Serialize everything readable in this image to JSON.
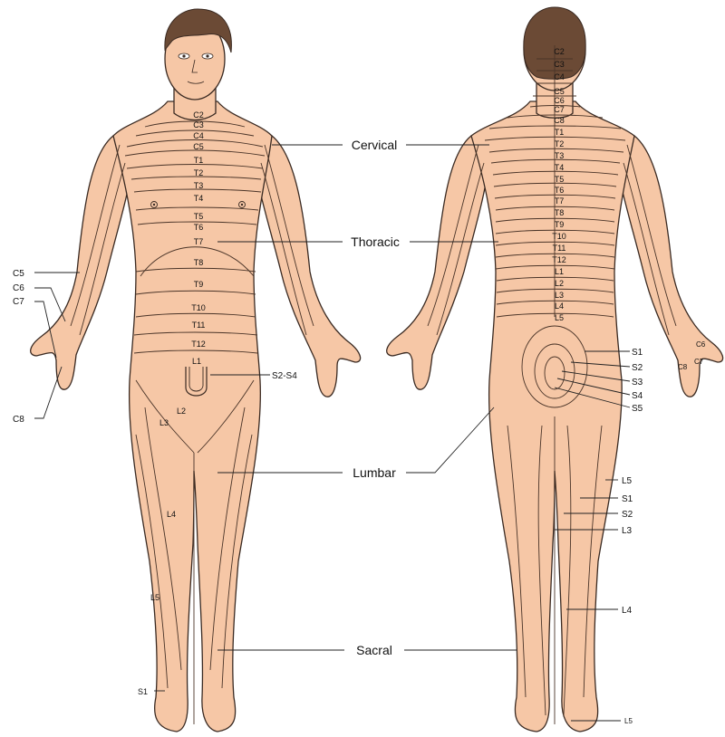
{
  "regions": {
    "cervical": "Cervical",
    "thoracic": "Thoracic",
    "lumbar": "Lumbar",
    "sacral": "Sacral"
  },
  "front": {
    "arm_labels": [
      "C5",
      "C6",
      "C7",
      "C8"
    ],
    "body_labels": [
      "C2",
      "C3",
      "C4",
      "C5",
      "T1",
      "T2",
      "T3",
      "T4",
      "T5",
      "T6",
      "T7",
      "T8",
      "T9",
      "T10",
      "T11",
      "T12",
      "L1"
    ],
    "groin_label": "S2-S4",
    "leg_labels": [
      "L2",
      "L3",
      "L4",
      "L5",
      "S1"
    ]
  },
  "back": {
    "spine_labels": [
      "C2",
      "C3",
      "C4",
      "C5",
      "C6",
      "C7",
      "C8",
      "T1",
      "T2",
      "T3",
      "T4",
      "T5",
      "T6",
      "T7",
      "T8",
      "T9",
      "T10",
      "T11",
      "T12",
      "L1",
      "L2",
      "L3",
      "L4",
      "L5"
    ],
    "hand_labels": [
      "C6",
      "C7",
      "C8"
    ],
    "sacral_labels": [
      "S1",
      "S2",
      "S3",
      "S4",
      "S5"
    ],
    "leg_labels": [
      "L5",
      "S1",
      "S2",
      "L3",
      "L4",
      "L5"
    ]
  },
  "colors": {
    "skin": "#f6c7a6",
    "hair": "#6b4a35",
    "outline": "#3a2a22"
  }
}
